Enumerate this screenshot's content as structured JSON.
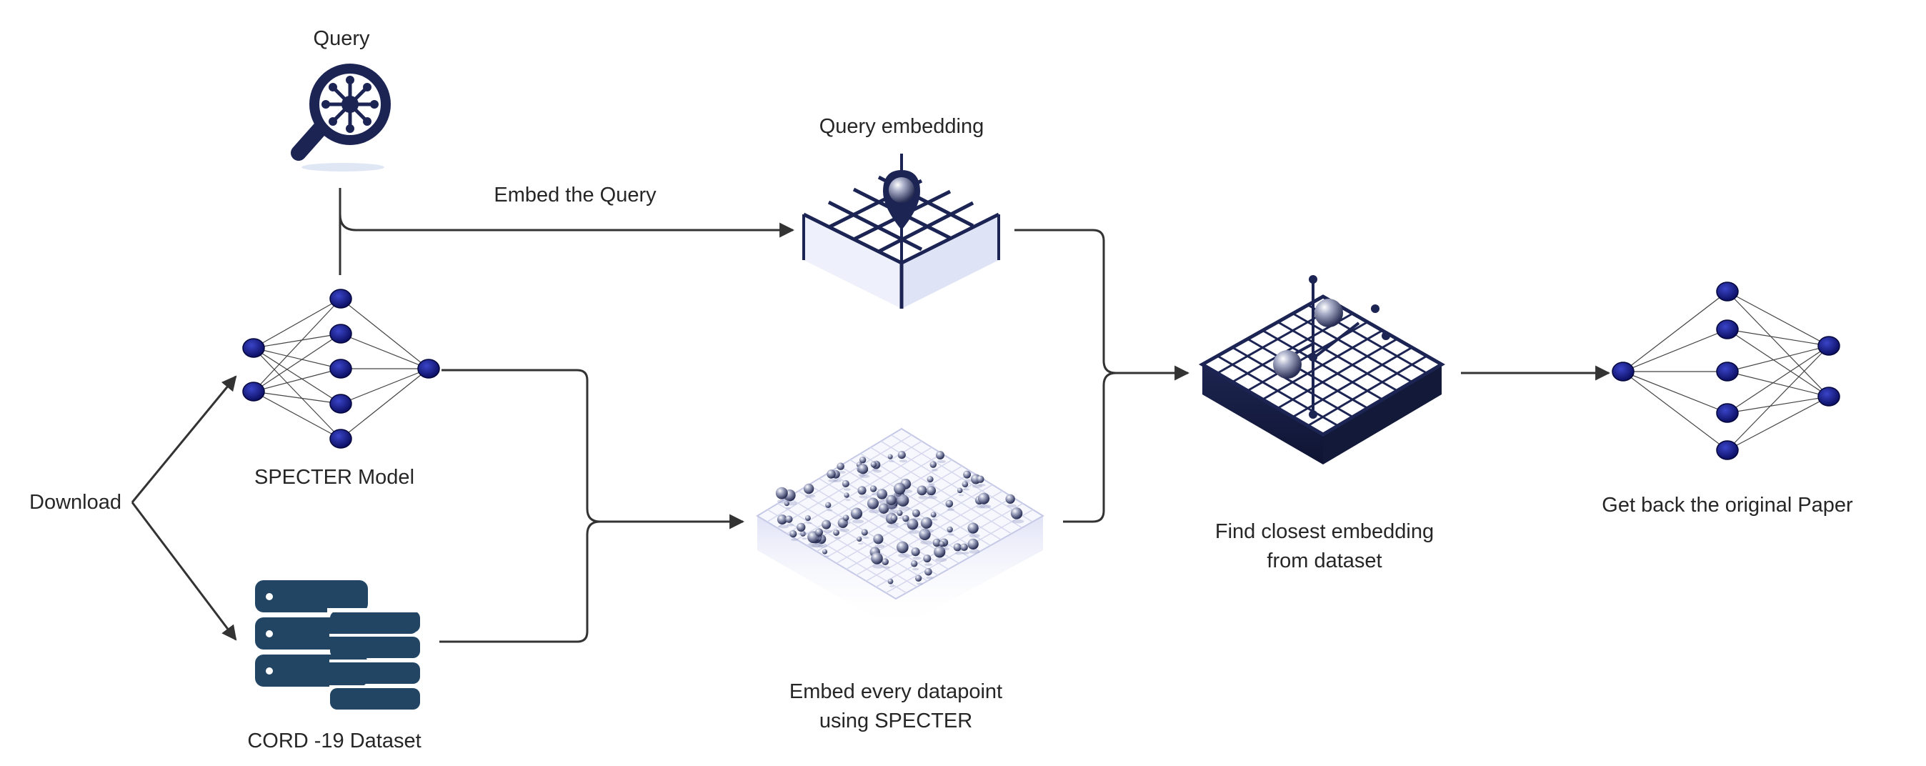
{
  "labels": {
    "query": "Query",
    "embed_query": "Embed the Query",
    "query_embedding": "Query embedding",
    "specter_model": "SPECTER Model",
    "download": "Download",
    "cord_dataset": "CORD -19 Dataset",
    "embed_every_line1": "Embed every datapoint",
    "embed_every_line2": "using SPECTER",
    "find_closest_line1": "Find closest embedding",
    "find_closest_line2": "from dataset",
    "get_back": "Get back the original Paper"
  },
  "icons": {
    "query": "magnifier-network-icon",
    "query_embedding": "map-pin-grid-icon",
    "model": "neural-network-icon",
    "dataset": "database-icon",
    "dataset_embeddings": "scatter-grid-icon",
    "closest": "grid-spheres-icon",
    "output_model": "neural-network-icon"
  },
  "colors": {
    "node": "#0b0f6b",
    "dark_blue": "#1c2454",
    "db_blue": "#224564",
    "arrow": "#333333",
    "background": "#ffffff"
  }
}
